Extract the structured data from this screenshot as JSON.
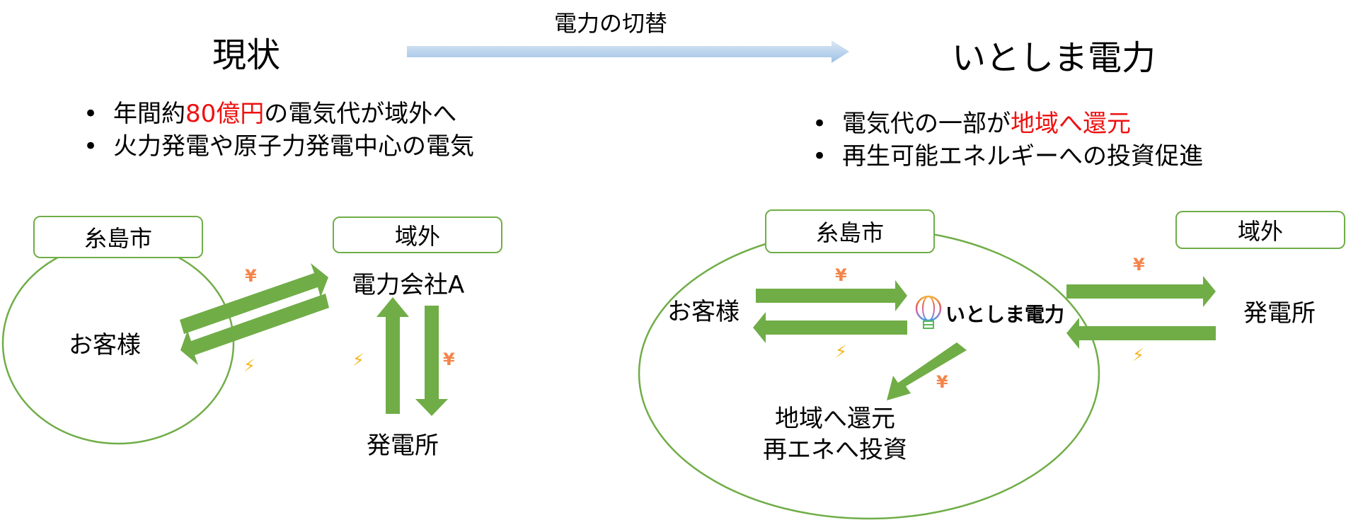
{
  "header": {
    "left_title": "現状",
    "transition_label": "電力の切替",
    "right_title": "いとしま電力"
  },
  "left": {
    "bullets": [
      {
        "pre": "年間約",
        "highlight": "80億円",
        "post": "の電気代が域外へ"
      },
      {
        "pre": "火力発電や原子力発電中心の電気",
        "highlight": "",
        "post": ""
      }
    ],
    "city_box": "糸島市",
    "outside_box": "域外",
    "customer": "お客様",
    "company": "電力会社A",
    "plant": "発電所",
    "flows": [
      {
        "from": "お客様",
        "to": "電力会社A",
        "type": "yen"
      },
      {
        "from": "電力会社A",
        "to": "お客様",
        "type": "electricity"
      },
      {
        "from": "発電所",
        "to": "電力会社A",
        "type": "electricity"
      },
      {
        "from": "電力会社A",
        "to": "発電所",
        "type": "yen"
      }
    ]
  },
  "right": {
    "bullets": [
      {
        "pre": "電気代の一部が",
        "highlight": "地域へ還元",
        "post": ""
      },
      {
        "pre": "再生可能エネルギーへの投資促進",
        "highlight": "",
        "post": ""
      }
    ],
    "city_box": "糸島市",
    "outside_box": "域外",
    "customer": "お客様",
    "company_logo_text": "いとしま電力",
    "plant": "発電所",
    "return_line1": "地域へ還元",
    "return_line2": "再エネへ投資",
    "flows": [
      {
        "from": "お客様",
        "to": "いとしま電力",
        "type": "yen"
      },
      {
        "from": "いとしま電力",
        "to": "お客様",
        "type": "electricity"
      },
      {
        "from": "いとしま電力",
        "to": "発電所",
        "type": "yen"
      },
      {
        "from": "発電所",
        "to": "いとしま電力",
        "type": "electricity"
      },
      {
        "from": "いとしま電力",
        "to": "地域へ還元",
        "type": "yen"
      }
    ]
  },
  "symbols": {
    "yen": "¥",
    "bolt": "⚡",
    "bullet": "•"
  },
  "colors": {
    "arrow_green": "#70ad47",
    "highlight_red": "#ee1111",
    "yen_orange": "#f4854a",
    "bolt_yellow": "#f6b417",
    "transition_arrow": "#a9c8e8"
  }
}
